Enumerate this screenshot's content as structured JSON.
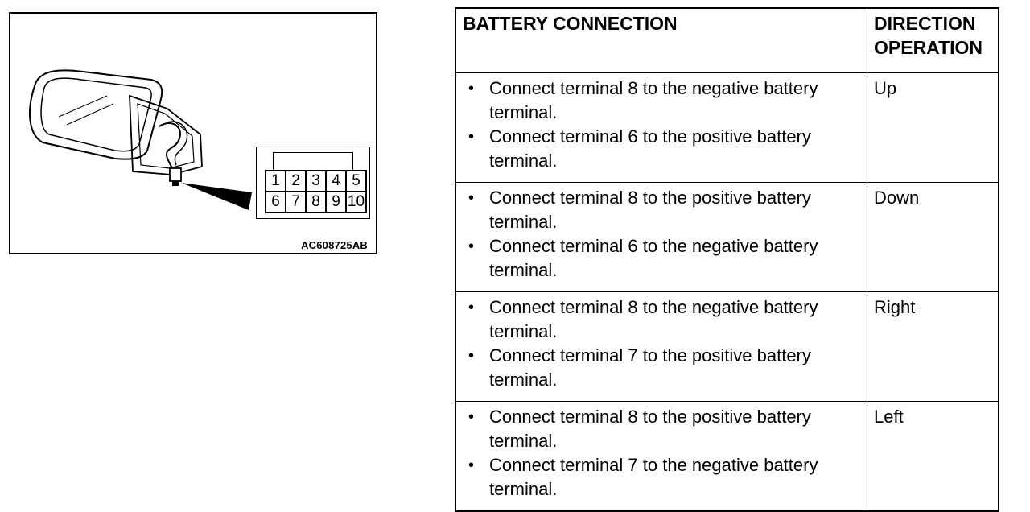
{
  "figure": {
    "id_label": "AC608725AB",
    "connector_pins": [
      "1",
      "2",
      "3",
      "4",
      "5",
      "6",
      "7",
      "8",
      "9",
      "10"
    ]
  },
  "table": {
    "headers": {
      "battery_connection": "BATTERY CONNECTION",
      "direction_operation_line1": "DIRECTION",
      "direction_operation_line2": "OPERATION"
    },
    "rows": [
      {
        "steps": [
          "Connect terminal 8 to the negative battery terminal.",
          "Connect terminal 6 to the positive battery terminal."
        ],
        "direction": "Up"
      },
      {
        "steps": [
          "Connect terminal 8 to the positive battery terminal.",
          "Connect terminal 6 to the negative battery terminal."
        ],
        "direction": "Down"
      },
      {
        "steps": [
          "Connect terminal 8 to the negative battery terminal.",
          "Connect terminal 7 to the positive battery terminal."
        ],
        "direction": "Right"
      },
      {
        "steps": [
          "Connect terminal 8 to the positive battery terminal.",
          "Connect terminal 7 to the negative battery terminal."
        ],
        "direction": "Left"
      }
    ]
  }
}
